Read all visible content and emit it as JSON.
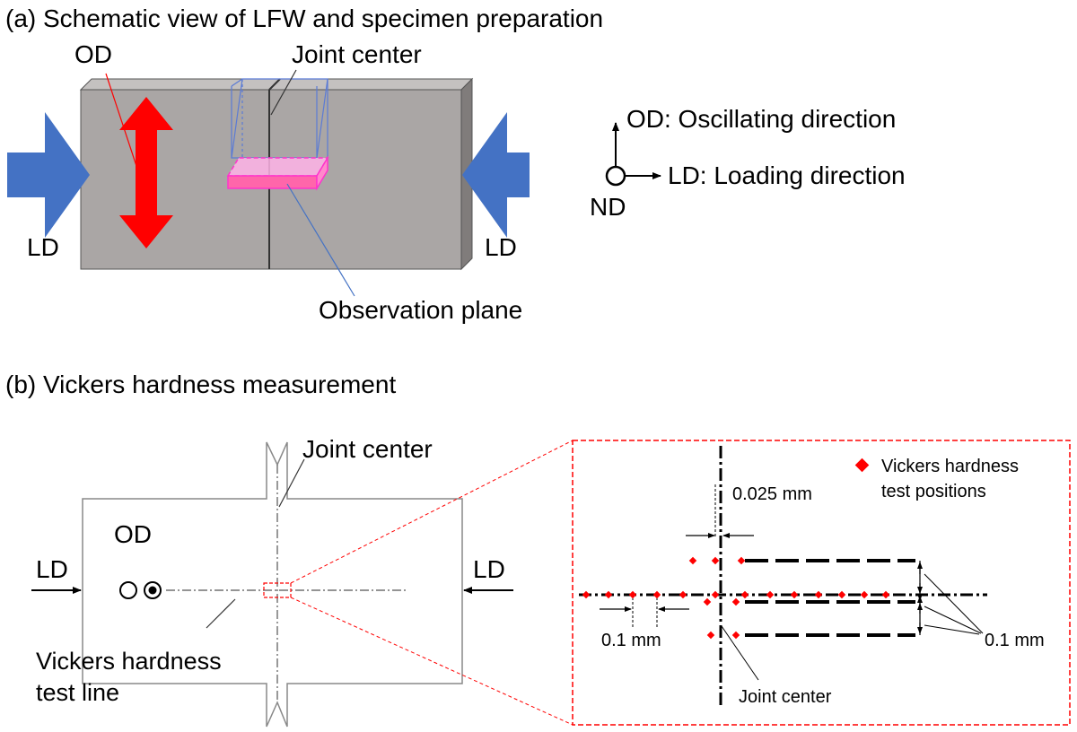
{
  "panel_a": {
    "title": "(a) Schematic view of LFW and specimen preparation",
    "od_label": "OD",
    "joint_center": "Joint center",
    "ld_left": "LD",
    "ld_right": "LD",
    "observation_plane": "Observation plane",
    "axis_od": "OD: Oscillating direction",
    "axis_ld": "LD: Loading direction",
    "axis_nd": "ND"
  },
  "panel_b": {
    "title": "(b) Vickers hardness measurement",
    "joint_center": "Joint center",
    "od_label": "OD",
    "ld_left": "LD",
    "ld_right": "LD",
    "test_line_1": "Vickers hardness",
    "test_line_2": "test line",
    "legend_1": "Vickers hardness",
    "legend_2": "test positions",
    "dim_0025": "0.025 mm",
    "dim_01_left": "0.1 mm",
    "dim_01_right": "0.1 mm",
    "joint_center_detail": "Joint center"
  },
  "colors": {
    "block": "#aaa6a5",
    "block_side": "#807c7b",
    "block_top": "#c4c1c0",
    "load_arrow": "#4472c4",
    "osc_arrow": "#ff0000",
    "plane": "#ff66cc",
    "point": "#ff0000",
    "detail_frame": "#ff0000"
  },
  "icons": {
    "od_marker": "circle-and-dotted-circle-icon",
    "nd_marker": "circle-out-of-plane-icon"
  }
}
